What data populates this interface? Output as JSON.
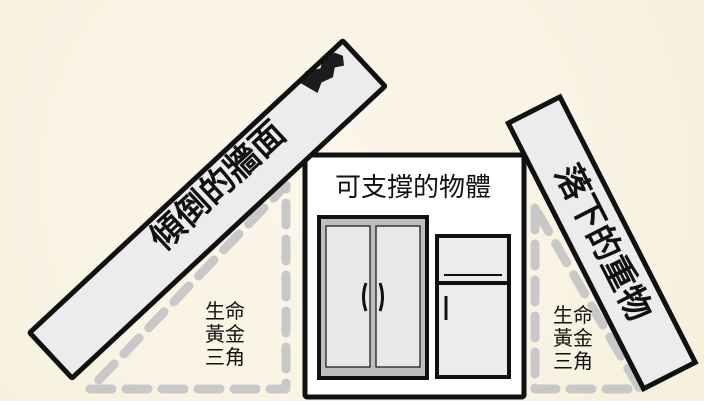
{
  "diagram": {
    "collapsed_wall_label": "傾倒的牆面",
    "support_object_label": "可支撐的物體",
    "falling_object_label": "落下的重物",
    "left_triangle_label": [
      "生命",
      "黃金",
      "三角"
    ],
    "right_triangle_label": [
      "生命",
      "黃金",
      "三角"
    ]
  },
  "colors": {
    "background": "#f9f3e3",
    "outline": "#111111",
    "fill_light": "#ececec",
    "fill_mid": "#bdbdbd",
    "triangle_dash": "#c8c8c8"
  }
}
